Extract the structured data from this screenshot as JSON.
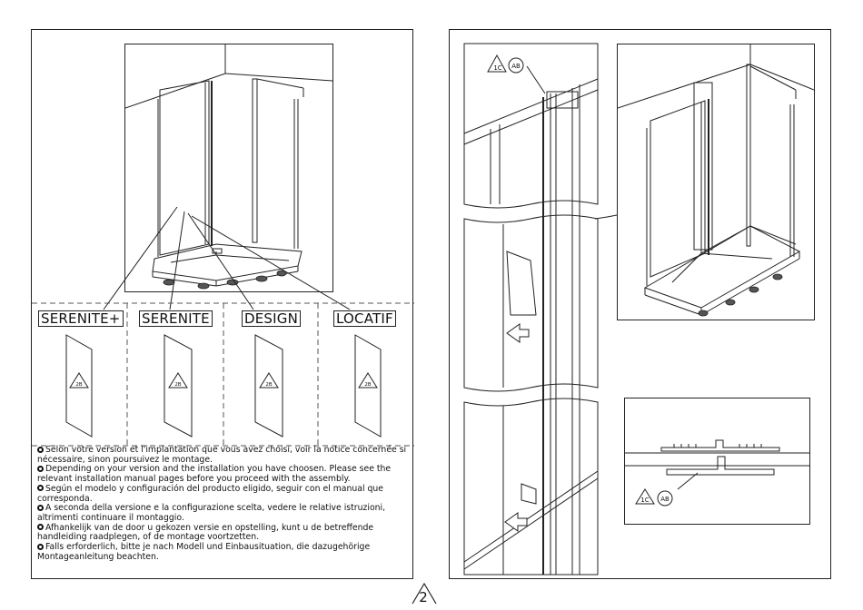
{
  "variants": [
    {
      "label": "SERENITE+",
      "badge": "2B"
    },
    {
      "label": "SERENITE",
      "badge": "2B"
    },
    {
      "label": "DESIGN",
      "badge": "2B"
    },
    {
      "label": "LOCATIF",
      "badge": "2B"
    }
  ],
  "instructions": [
    "Selon votre version et l'implantation que vous avez choisi, voir la notice concernée si nécessaire, sinon poursuivez le montage.",
    "Depending on your version and the installation you have choosen. Please see the relevant installation manual pages before you proceed with the assembly.",
    "Según el modelo y configuración del producto eligido, seguir con el manual que corresponda.",
    "A seconda della versione e la configurazione scelta, vedere le relative istruzioni, altrimenti continuare il montaggio.",
    "Afhankelijk van de door u gekozen versie en opstelling, kunt u de betreffende handleiding raadplegen, of de montage voortzetten.",
    "Falls erforderlich, bitte je nach Modell und Einbausituation, die dazugehörige Montageanleitung beachten."
  ],
  "callouts": {
    "part_triangle": "1C",
    "part_circle": "AB"
  },
  "page_number": "2"
}
